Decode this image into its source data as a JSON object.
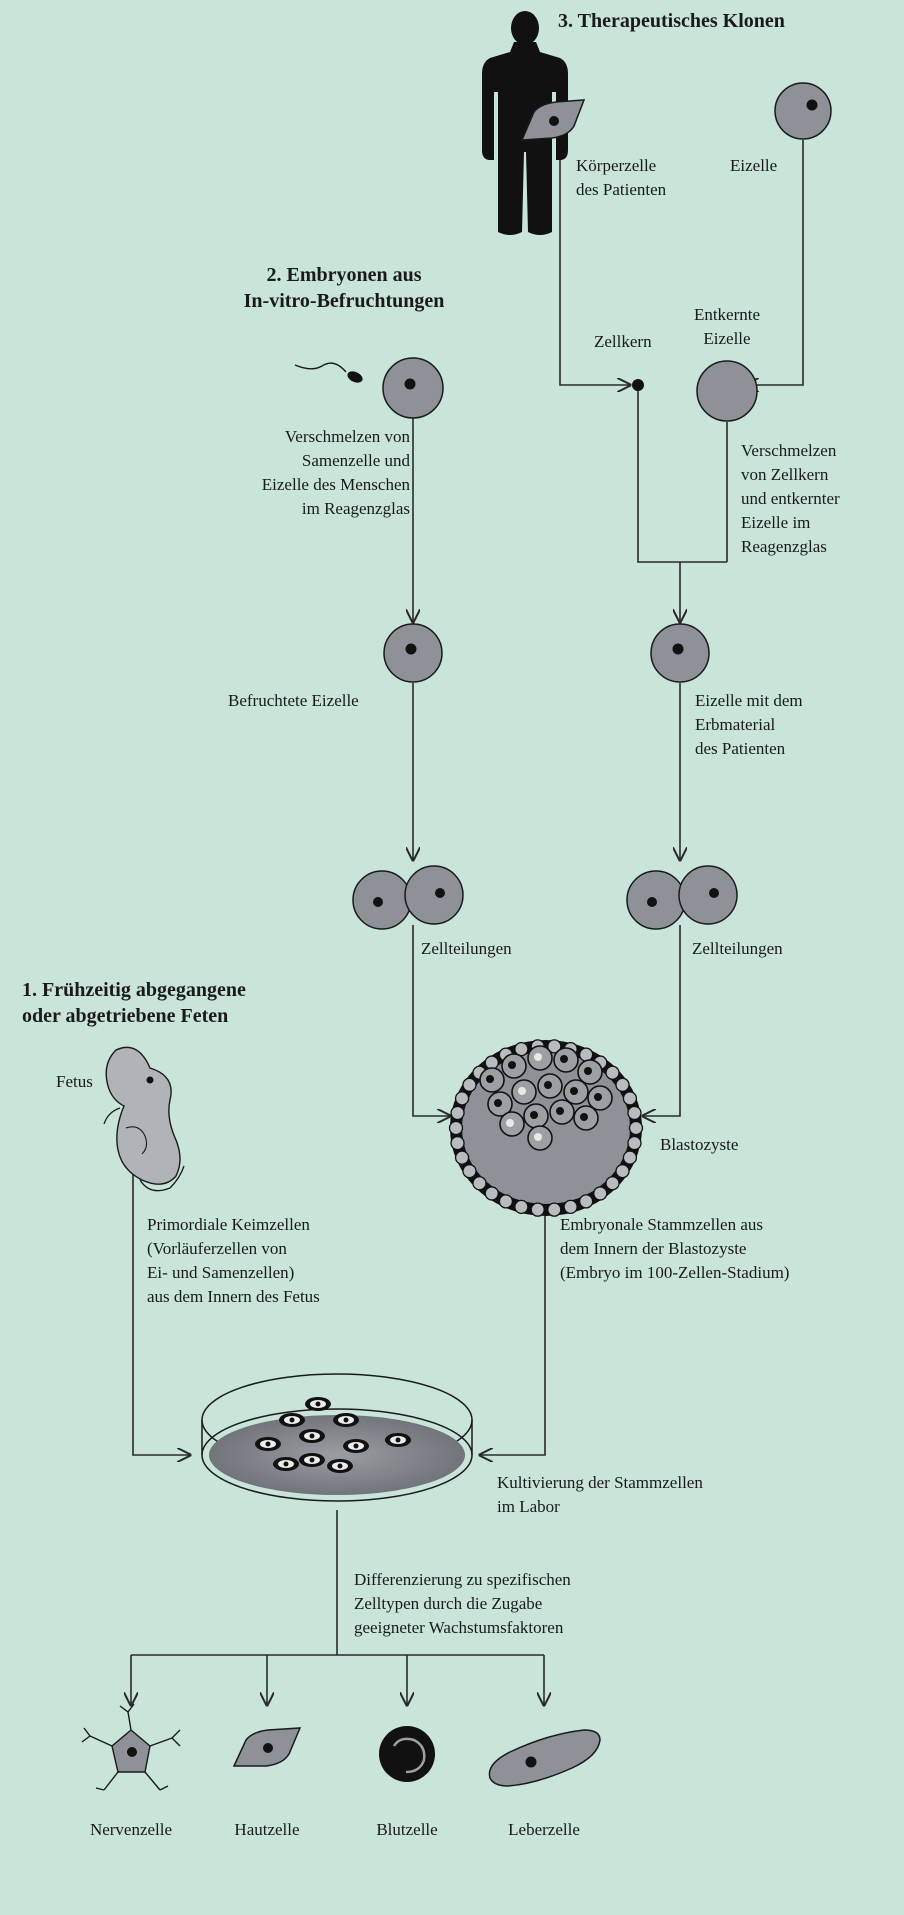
{
  "headings": {
    "therapeutic_cloning": "3. Therapeutisches Klonen",
    "ivf_embryos": [
      "2. Embryonen aus",
      "In-vitro-Befruchtungen"
    ],
    "fetuses": [
      "1. Frühzeitig abgegangene",
      "oder abgetriebene Feten"
    ]
  },
  "labels": {
    "body_cell": [
      "Körperzelle",
      "des Patienten"
    ],
    "egg_cell": "Eizelle",
    "nucleus": "Zellkern",
    "enucleated_egg": [
      "Entkernte",
      "Eizelle"
    ],
    "fusion_ivf": [
      "Verschmelzen von",
      "Samenzelle und",
      "Eizelle des Menschen",
      "im Reagenzglas"
    ],
    "fusion_clone": [
      "Verschmelzen",
      "von Zellkern",
      "und entkernter",
      "Eizelle im",
      "Reagenzglas"
    ],
    "fertilized_egg": "Befruchtete Eizelle",
    "egg_patient_dna": [
      "Eizelle mit dem",
      "Erbmaterial",
      "des Patienten"
    ],
    "cell_division_left": "Zellteilungen",
    "cell_division_right": "Zellteilungen",
    "fetus": "Fetus",
    "blastocyst": "Blastozyste",
    "primordial_germ_cells": [
      "Primordiale Keimzellen",
      "(Vorläuferzellen von",
      "Ei- und Samenzellen)",
      "aus dem Innern des Fetus"
    ],
    "embryonic_stem_cells": [
      "Embryonale Stammzellen aus",
      "dem Innern der Blastozyste",
      "(Embryo im 100-Zellen-Stadium)"
    ],
    "cultivation": [
      "Kultivierung der Stammzellen",
      "im Labor"
    ],
    "differentiation": [
      "Differenzierung zu spezifischen",
      "Zelltypen durch die Zugabe",
      "geeigneter Wachstumsfaktoren"
    ]
  },
  "cell_types": [
    "Nervenzelle",
    "Hautzelle",
    "Blutzelle",
    "Leberzelle"
  ],
  "colors": {
    "background": "#c9e4d9",
    "cell_fill": "#8e9298",
    "line": "#2a2a2a",
    "silhouette": "#111111"
  }
}
